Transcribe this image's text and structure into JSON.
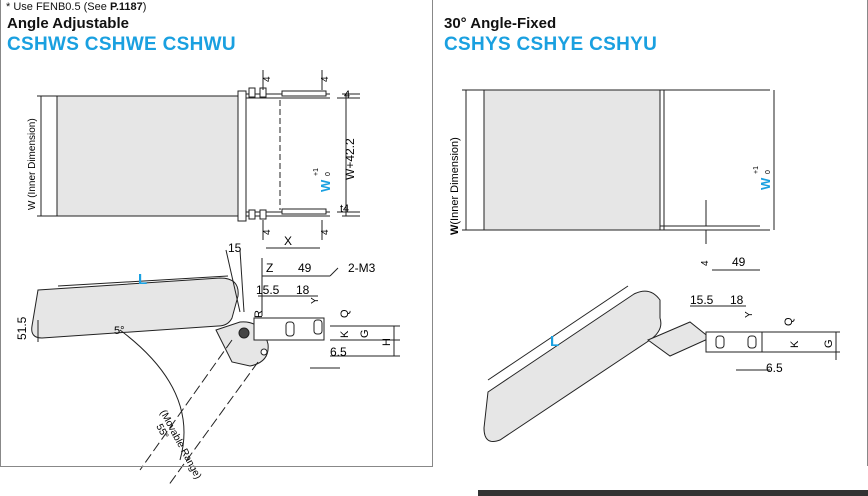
{
  "note": {
    "prefix": "* Use FENB0.5 (See ",
    "ref": "P.1187",
    "suffix": ")"
  },
  "left": {
    "title": "Angle Adjustable",
    "codes": "CSHWS CSHWE CSHWU",
    "labels": {
      "inner_dim": "W (Inner Dimension)",
      "w_tol": "W",
      "tol_plus": "+1",
      "tol_zero": "0",
      "w_plus": "W+42.2",
      "dim_4_top1": "4",
      "dim_4_top2": "4",
      "dim_4_right": "4",
      "dim_t4": "t4",
      "dim_4_bot1": "4",
      "dim_x": "X",
      "dim_4_bot2": "4",
      "dim_15": "15",
      "dim_z": "Z",
      "dim_49": "49",
      "dim_2m3": "2-M3",
      "dim_l": "L",
      "dim_15_5": "15.5",
      "dim_18": "18",
      "dim_y": "Y",
      "dim_q": "Q",
      "dim_r": "R",
      "dim_k": "K",
      "dim_g": "G",
      "dim_h": "H",
      "dim_6_5": "6.5",
      "dim_51_5": "51.5",
      "dim_5deg": "5°",
      "movable": "(Movable Range)",
      "dim_55deg": "55°"
    }
  },
  "right": {
    "title": "30° Angle-Fixed",
    "codes": "CSHYS CSHYE CSHYU",
    "labels": {
      "inner_w": "W",
      "inner_dim": "(Inner Dimension)",
      "w_tol": "W",
      "tol_plus": "+1",
      "tol_zero": "0",
      "dim_4": "4",
      "dim_49": "49",
      "dim_l": "L",
      "dim_15_5": "15.5",
      "dim_18": "18",
      "dim_y": "Y",
      "dim_q": "Q",
      "dim_k": "K",
      "dim_g": "G",
      "dim_6_5": "6.5"
    }
  },
  "colors": {
    "accent": "#1aa0e0",
    "panel": "#e6e6e6",
    "line": "#222222"
  }
}
